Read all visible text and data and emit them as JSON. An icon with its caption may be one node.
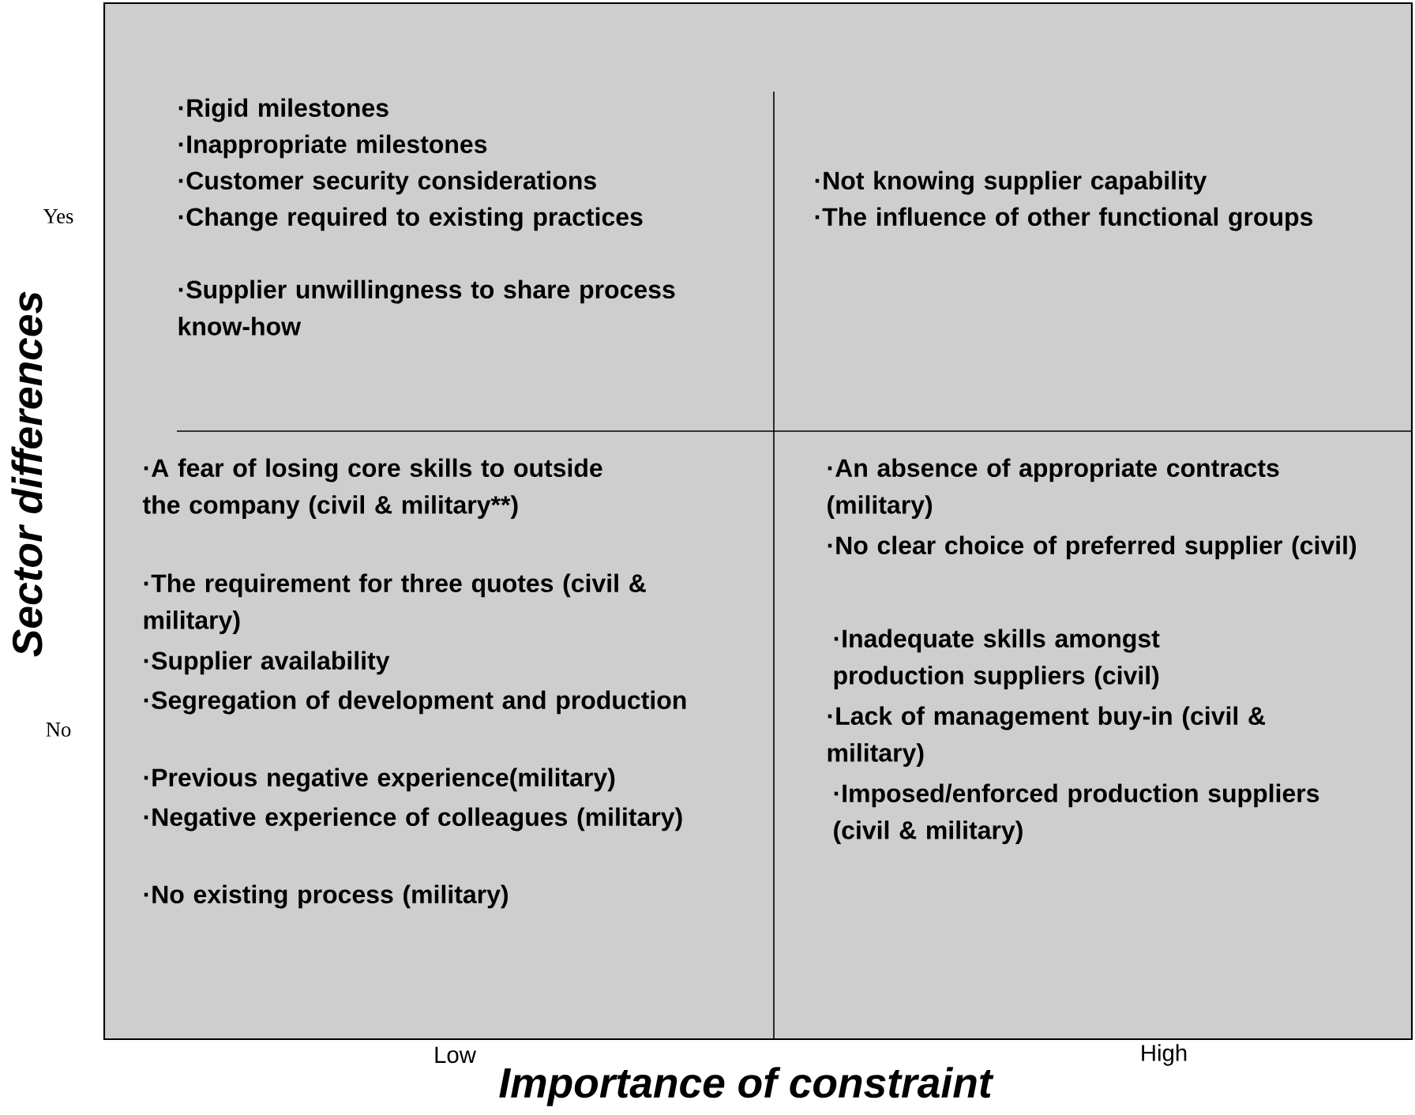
{
  "diagram": {
    "nodes": [
      {
        "text": [
          "·Rigid milestones",
          "·Inappropriate milestones",
          "·Customer security considerations",
          "·Change required to existing practices",
          "·Supplier unwillingness to share process know-how"
        ]
      },
      {
        "text": [
          "·Not knowing supplier capability",
          "·The influence of other functional groups"
        ]
      },
      {
        "text": [
          "·A fear of losing core skills to outside the company (civil & military**)",
          "·The requirement for three quotes (civil & military)",
          "·Supplier availability",
          "·Segregation of development and production",
          "·Previous negative experience(military)",
          "·Negative experience of colleagues (military)",
          "·No existing process (military)"
        ]
      },
      {
        "text": [
          "·An absence of appropriate contracts (military)",
          "·No clear choice of preferred supplier (civil)",
          "·Inadequate skills amongst production suppliers (civil)",
          "·Lack of management buy-in (civil & military)",
          "·Imposed/enforced production suppliers (civil & military)"
        ]
      }
    ],
    "labels": [
      "Yes",
      "Sector differences",
      "No",
      "Low",
      "High",
      "Importance of constraint"
    ]
  }
}
